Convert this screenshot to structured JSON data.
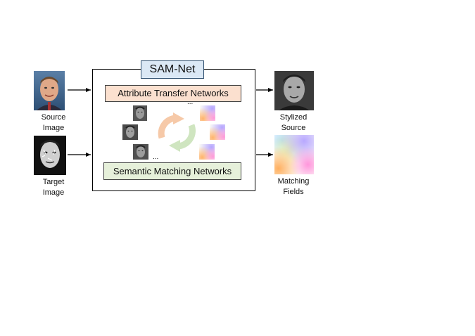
{
  "title": "SAM-Net",
  "modules": {
    "attribute_transfer": "Attribute Transfer Networks",
    "semantic_matching": "Semantic Matching Networks"
  },
  "inputs": {
    "source_line1": "Source",
    "source_line2": "Image",
    "target_line1": "Target",
    "target_line2": "Image"
  },
  "outputs": {
    "stylized_line1": "Stylized",
    "stylized_line2": "Source",
    "matching_line1": "Matching",
    "matching_line2": "Fields"
  },
  "ellipsis": "...",
  "colors": {
    "title_fill": "#dbe8f5",
    "attribute_fill": "#fbe0cf",
    "semantic_fill": "#e6f0da",
    "cycle_orange": "#f6c9a8",
    "cycle_green": "#cfe5c0"
  }
}
